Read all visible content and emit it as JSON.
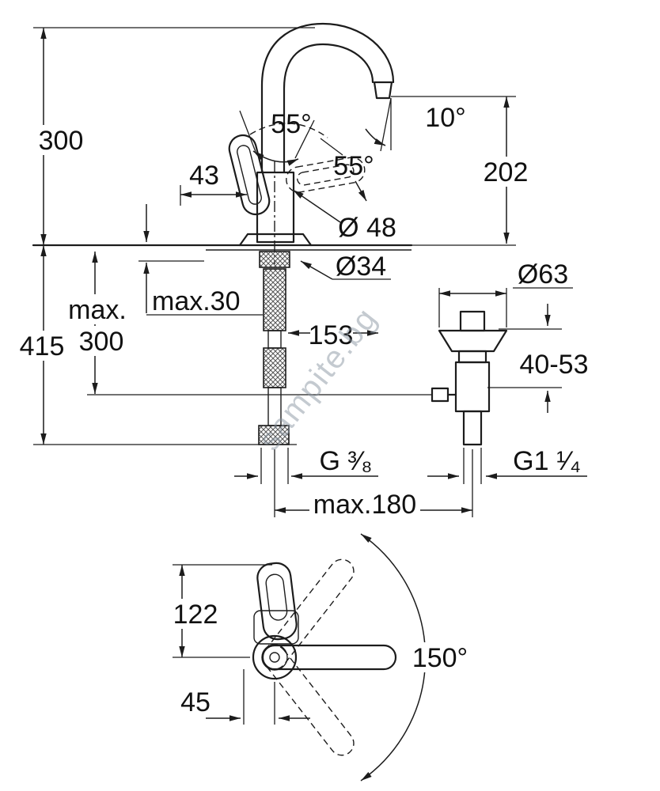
{
  "drawing": {
    "watermark": "sampite.bg",
    "colors": {
      "line": "#1c1c1c",
      "watermark": "#8b97a3",
      "background": "#ffffff"
    }
  },
  "labels": {
    "dim_300": "300",
    "dim_415": "415",
    "max_word": "max.",
    "max_300": "300",
    "max_30": "max.30",
    "dim_43": "43",
    "angle_55_top": "55°",
    "angle_55_side": "55°",
    "angle_10": "10°",
    "dim_202": "202",
    "dia_48": "Ø 48",
    "dia_34": "Ø34",
    "dia_63": "Ø63",
    "dim_153": "153",
    "dim_40_53": "40-53",
    "thread_g38": "G ³⁄₈",
    "thread_g114": "G1 ¹⁄₄",
    "dim_max180": "max.180",
    "dim_122": "122",
    "dim_45": "45",
    "angle_150": "150°"
  }
}
